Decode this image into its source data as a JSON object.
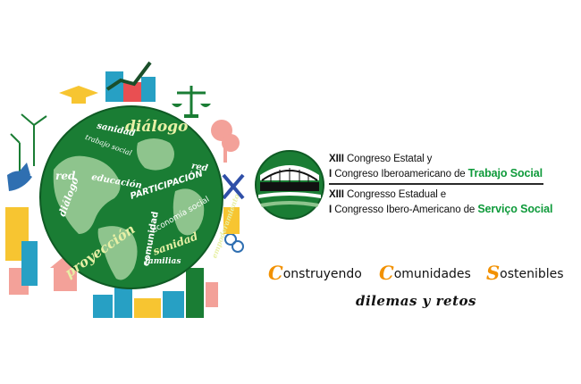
{
  "globe": {
    "words": {
      "dialogo_top": "diálogo",
      "sanidad_top": "sanidad",
      "trabajo_social": "trabajo social",
      "red_left": "red",
      "dialogo_left": "diálogo",
      "educacion": "educación",
      "participacion": "PARTICIPACIÓN",
      "red_right": "red",
      "economia_social": "economía social",
      "comunidad": "comunidad",
      "empoderamiento": "empoderamiento",
      "sanidad_bottom": "sanidad",
      "familias": "familias",
      "proyeccion": "proyección"
    }
  },
  "congress": {
    "line1_bold": "XIII",
    "line1_rest": " Congreso Estatal y",
    "line2_bold": "I",
    "line2_rest": " Congreso Iberoamericano de ",
    "line2_highlight": "Trabajo Social",
    "line3_bold": "XIII",
    "line3_rest": " Congresso Estadual e",
    "line4_bold": "I",
    "line4_rest": " Congresso Ibero-Americano de ",
    "line4_highlight": "Serviço Social"
  },
  "slogan": {
    "w1_initial": "C",
    "w1_rest": "onstruyendo",
    "w2_initial": "C",
    "w2_rest": "omunidades",
    "w3_initial": "S",
    "w3_rest": "ostenibles"
  },
  "subtitle": "dilemas y retos",
  "colors": {
    "accent_green": "#0e9a3a",
    "accent_orange": "#f29100",
    "globe_green": "#1a7d34",
    "land_green": "#8ec48d"
  }
}
